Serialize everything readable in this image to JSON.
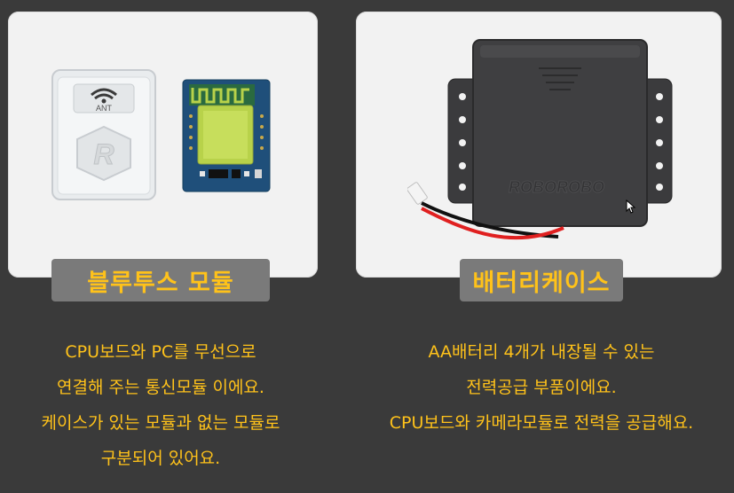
{
  "cards": [
    {
      "title": "블루투스 모듈",
      "description": [
        "CPU보드와 PC를 무선으로",
        "연결해 주는 통신모듈 이에요.",
        "케이스가 있는 모듈과 없는 모듈로",
        "구분되어 있어요."
      ],
      "images": {
        "case_label": "ANT",
        "logo_letter": "R"
      }
    },
    {
      "title": "배터리케이스",
      "description": [
        "AA배터리 4개가 내장될 수 있는",
        "전력공급 부품이에요.",
        "CPU보드와 카메라모듈로 전력을 공급해요."
      ],
      "images": {
        "embossed_logo": "ROBOROBO"
      }
    }
  ],
  "colors": {
    "background": "#3a3a3a",
    "card": "#f2f2f2",
    "badge": "#7a7a7a",
    "accent_text": "#ffc21a",
    "pcb_blue": "#1f4f7a",
    "pcb_green": "#b8d24a",
    "battery_case": "#3b3b3d",
    "wire_red": "#e02020"
  }
}
